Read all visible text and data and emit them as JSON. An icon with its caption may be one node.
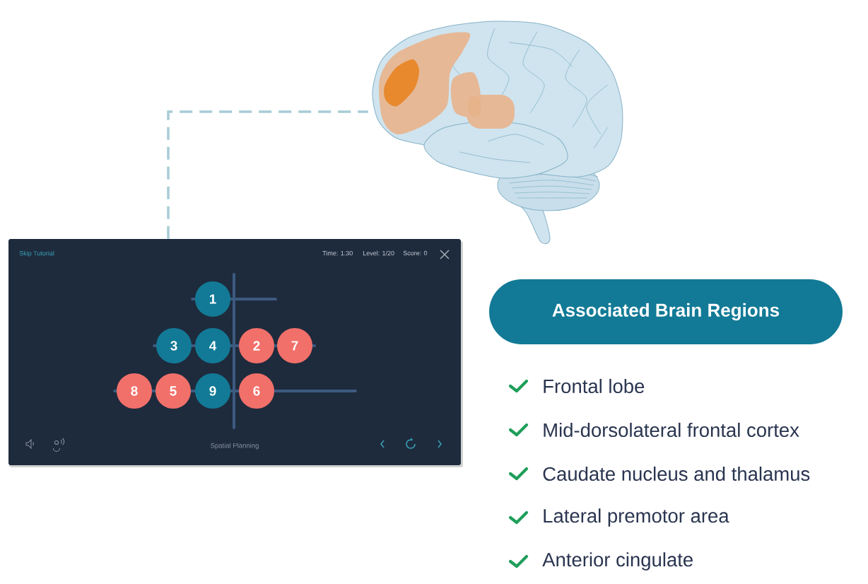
{
  "diagram": {
    "nodes": [
      {
        "text": [
          "Skip Tutorial",
          "Time: 1:30",
          "Level: 1/20",
          "Score: 0",
          "Spatial Planning"
        ]
      },
      {
        "text": [
          "1"
        ],
        "in": 0
      },
      {
        "text": [
          "3"
        ],
        "in": 0
      },
      {
        "text": [
          "4"
        ],
        "in": 0
      },
      {
        "text": [
          "2"
        ],
        "in": 0
      },
      {
        "text": [
          "7"
        ],
        "in": 0
      },
      {
        "text": [
          "8"
        ],
        "in": 0
      },
      {
        "text": [
          "5"
        ],
        "in": 0
      },
      {
        "text": [
          "9"
        ],
        "in": 0
      },
      {
        "text": [
          "6"
        ],
        "in": 0
      },
      {
        "text": [],
        "shape": "picture"
      },
      {
        "text": [
          "Associated Brain Regions"
        ]
      }
    ],
    "edges": [
      {
        "from": 0,
        "to": 10,
        "arrow": "none",
        "style": "dashed"
      }
    ],
    "labels": [
      "Frontal lobe",
      "Mid-dorsolateral frontal cortex",
      "Caudate nucleus and thalamus",
      "Lateral premotor area",
      "Anterior cingulate"
    ]
  }
}
